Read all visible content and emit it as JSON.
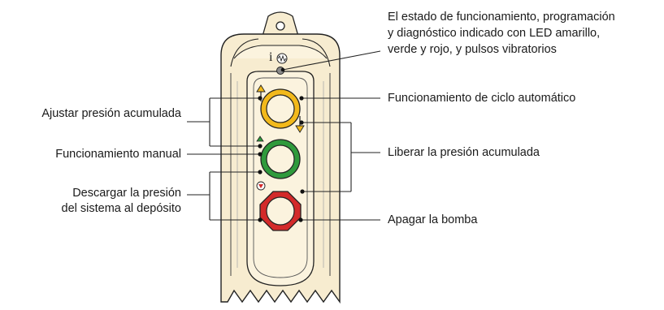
{
  "callouts": {
    "status_led": [
      "El estado de funcionamiento, programación",
      "y diagnóstico indicado con LED amarillo,",
      "verde y rojo, y pulsos vibratorios"
    ],
    "auto_cycle": "Funcionamiento de ciclo automático",
    "release_pressure": "Liberar la presión acumulada",
    "pump_off": "Apagar la bomba",
    "adjust_pressure": "Ajustar presión acumulada",
    "manual": "Funcionamiento manual",
    "discharge": [
      "Descargar la presión",
      "del sistema al depósito"
    ]
  },
  "device": {
    "info_symbol": "i",
    "button_colors": {
      "yellow": "#f2b91b",
      "green": "#2f9a3c",
      "red": "#d32a2a",
      "housing": "#f7ecd0"
    }
  }
}
